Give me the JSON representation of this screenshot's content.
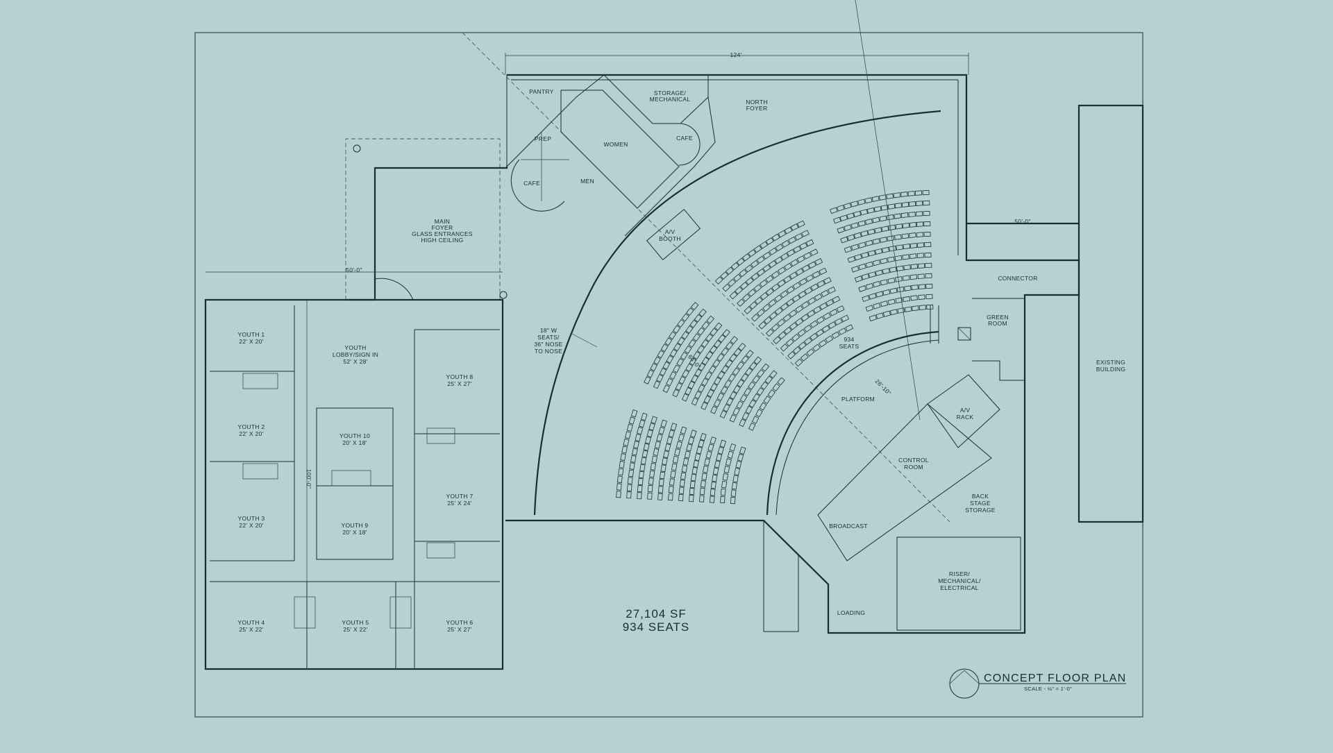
{
  "drawing": {
    "title": "CONCEPT FLOOR PLAN",
    "scale": "SCALE - ⅛\" = 1'-0\"",
    "summary_area": "27,104 SF",
    "summary_seats": "934 SEATS"
  },
  "dimensions": {
    "top": "124'",
    "connector": "50'-0\"",
    "youth_wing_width": "50'-0\"",
    "youth_wing_depth": "100'-0\"",
    "aisle_left": "64'-0\"",
    "platform": "26'-10\""
  },
  "rooms": {
    "pantry": "PANTRY",
    "storage": [
      "STORAGE/",
      "MECHANICAL"
    ],
    "north_foyer": [
      "NORTH",
      "FOYER"
    ],
    "prep": "PREP",
    "women": "WOMEN",
    "cafe_right": "CAFE",
    "cafe_left": "CAFE",
    "men": "MEN",
    "main_foyer": [
      "MAIN",
      "FOYER",
      "GLASS ENTRANCES",
      "HIGH CEILING"
    ],
    "av_booth": [
      "A/V",
      "BOOTH"
    ],
    "seats_note": [
      "18\" W",
      "SEATS/",
      "36\" NOSE",
      "TO NOSE"
    ],
    "seats_count": [
      "934",
      "SEATS"
    ],
    "platform": "PLATFORM",
    "av_rack": [
      "A/V",
      "RACK"
    ],
    "control_room": [
      "CONTROL",
      "ROOM"
    ],
    "broadcast": "BROADCAST",
    "back_stage": [
      "BACK",
      "STAGE",
      "STORAGE"
    ],
    "riser": [
      "RISER/",
      "MECHANICAL/",
      "ELECTRICAL"
    ],
    "loading": "LOADING",
    "connector": "CONNECTOR",
    "green_room": [
      "GREEN",
      "ROOM"
    ],
    "existing_building": [
      "EXISTING",
      "BUILDING"
    ],
    "youth_1": [
      "YOUTH 1",
      "22' X 20'"
    ],
    "youth_2": [
      "YOUTH 2",
      "22' X 20'"
    ],
    "youth_3": [
      "YOUTH 3",
      "22' X 20'"
    ],
    "youth_4": [
      "YOUTH 4",
      "25' X 22'"
    ],
    "youth_5": [
      "YOUTH 5",
      "25' X 22'"
    ],
    "youth_6": [
      "YOUTH 6",
      "25' X 27'"
    ],
    "youth_7": [
      "YOUTH 7",
      "25' X 24'"
    ],
    "youth_8": [
      "YOUTH 8",
      "25' X 27'"
    ],
    "youth_9": [
      "YOUTH 9",
      "20' X 18'"
    ],
    "youth_10": [
      "YOUTH 10",
      "20' X 18'"
    ],
    "youth_lobby": [
      "YOUTH",
      "LOBBY/SIGN IN",
      "52' X 28'"
    ]
  },
  "colors": {
    "background": "#b5d1d3",
    "line": "#1d2b2f"
  }
}
